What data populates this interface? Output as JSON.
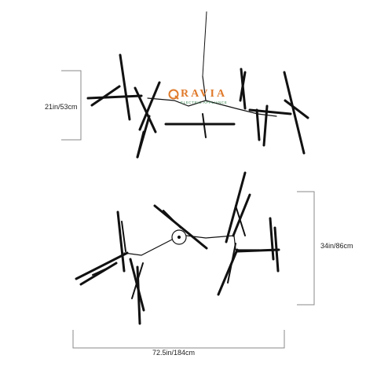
{
  "dimensions": {
    "height_top": "21in/53cm",
    "height_bottom": "34in/86cm",
    "width_bottom": "72.5in/184cm"
  },
  "watermark": {
    "brand": "RAVIA",
    "tagline": "ELECTRIC APPLIANCE",
    "brand_color": "#e07a2b",
    "tagline_color": "#3a8a55"
  },
  "drawing": {
    "line_color": "#111111",
    "dimension_line_color": "#8a8a8a"
  }
}
